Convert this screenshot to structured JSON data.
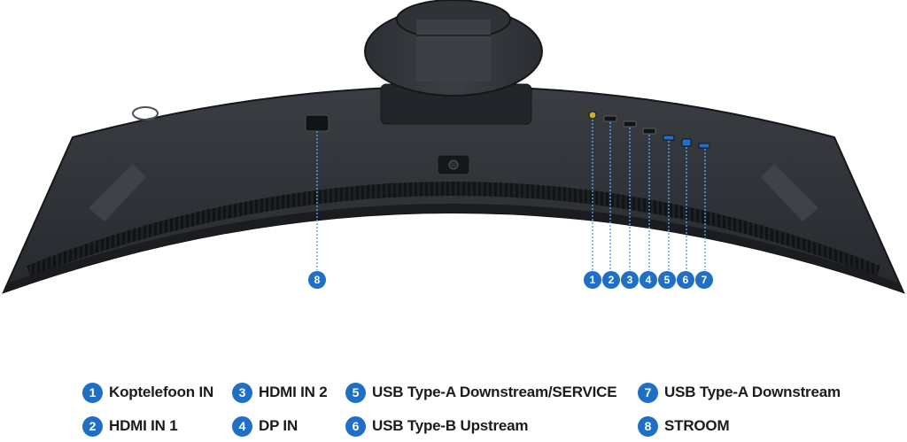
{
  "colors": {
    "accent": "#1f6fc4",
    "monitor_body": "#2b2f33",
    "monitor_edge": "#1a1c1f",
    "label_text": "#1b1b1b"
  },
  "callouts": [
    {
      "num": "1",
      "port": "headphone-jack"
    },
    {
      "num": "2",
      "port": "hdmi-port"
    },
    {
      "num": "3",
      "port": "hdmi-port"
    },
    {
      "num": "4",
      "port": "displayport"
    },
    {
      "num": "5",
      "port": "usb-a-port"
    },
    {
      "num": "6",
      "port": "usb-b-port"
    },
    {
      "num": "7",
      "port": "usb-a-port"
    },
    {
      "num": "8",
      "port": "power-socket"
    }
  ],
  "legend": [
    {
      "num": "1",
      "label": "Koptelefoon IN"
    },
    {
      "num": "2",
      "label": "HDMI IN 1"
    },
    {
      "num": "3",
      "label": "HDMI IN 2"
    },
    {
      "num": "4",
      "label": "DP IN"
    },
    {
      "num": "5",
      "label": "USB Type-A Downstream/SERVICE"
    },
    {
      "num": "6",
      "label": "USB Type-B Upstream"
    },
    {
      "num": "7",
      "label": "USB Type-A Downstream"
    },
    {
      "num": "8",
      "label": "STROOM"
    }
  ]
}
